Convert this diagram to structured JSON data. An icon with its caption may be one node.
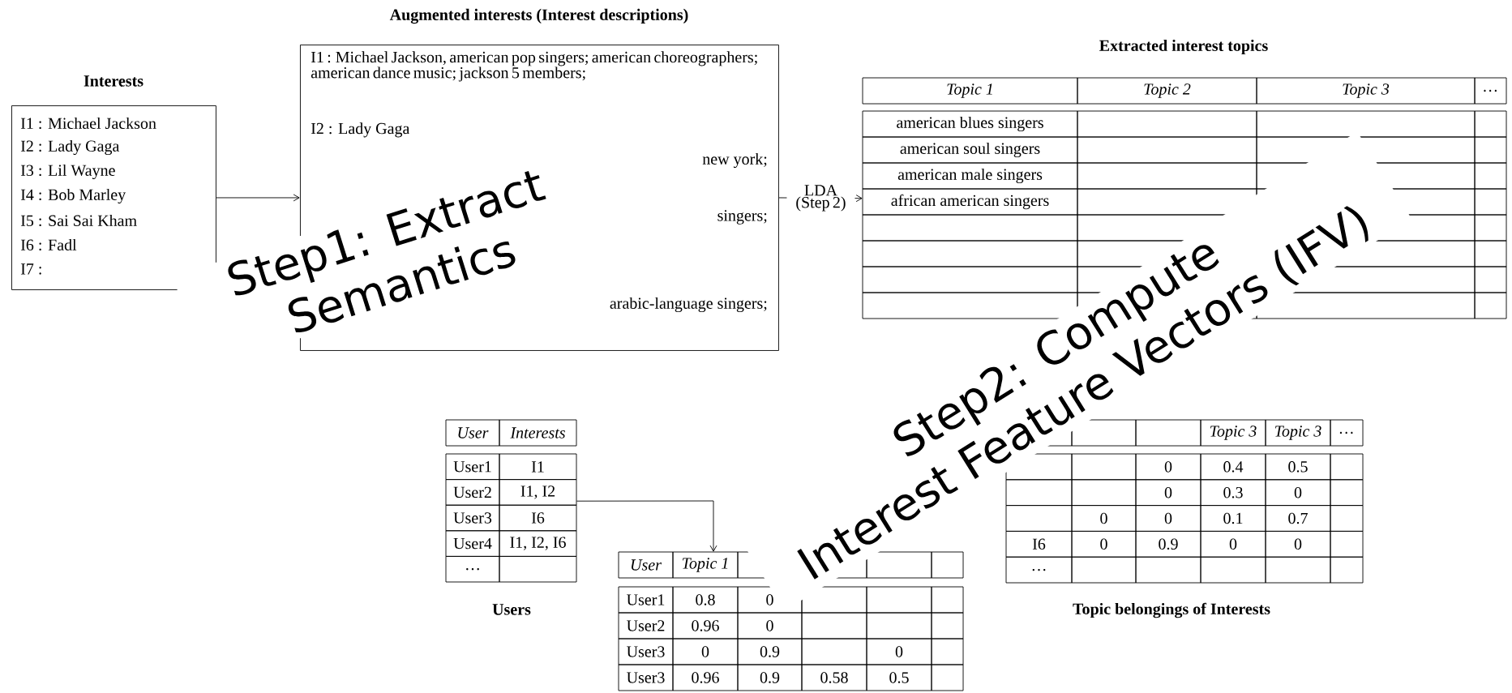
{
  "diagram": {
    "nodes": [
      {
        "text": [
          "Interests",
          "I1 : Michael Jackson",
          "I2 : Lady Gaga",
          "I3 : Lil Wayne",
          "I4 : Bob Marley",
          "I5 : Sai Sai Kham",
          "I6 : Fadl",
          "I7 :"
        ]
      },
      {
        "text": [
          "Augmented interests (Interest descriptions)",
          "I1 : Michael Jackson, american pop singers; american choreographers; american dance music; jackson 5 members;",
          "I2 : Lady Gaga",
          "new york;",
          "singers;",
          "arabic-language singers;"
        ]
      },
      {
        "text": [
          "Extracted interest topics",
          "Topic 1",
          "Topic 2",
          "Topic 3",
          "…",
          "american blues singers",
          "american soul singers",
          "american male singers",
          "african american singers"
        ]
      },
      {
        "text": [
          "User",
          "Interests",
          "User1",
          "I1",
          "User2",
          "I1, I2",
          "User3",
          "I6",
          "User4",
          "I1, I2, I6",
          "…",
          "Users"
        ]
      },
      {
        "text": [
          "Topic 3",
          "Topic 3",
          "…",
          "0",
          "0.4",
          "0.5",
          "0",
          "0.3",
          "0",
          "0",
          "0",
          "0.1",
          "0.7",
          "I6",
          "0",
          "0.9",
          "0",
          "0",
          "…",
          "Topic belongings of Interests"
        ]
      },
      {
        "text": [
          "User",
          "Topic 1",
          "User1",
          "0.8",
          "0",
          "User2",
          "0.96",
          "0",
          "User3",
          "0",
          "0.9",
          "0",
          "User3",
          "0.96",
          "0.9",
          "0.58",
          "0.5"
        ]
      }
    ],
    "edges": [
      {
        "from": 0,
        "to": 1,
        "arrow": "to"
      },
      {
        "from": 1,
        "to": 2,
        "arrow": "to",
        "label": "LDA (Step 2)"
      },
      {
        "from": 3,
        "to": 5,
        "arrow": "to"
      }
    ],
    "labels": [
      "Step1: Extract Semantics",
      "Step2: Compute Interest Feature Vectors (IFV)"
    ]
  }
}
